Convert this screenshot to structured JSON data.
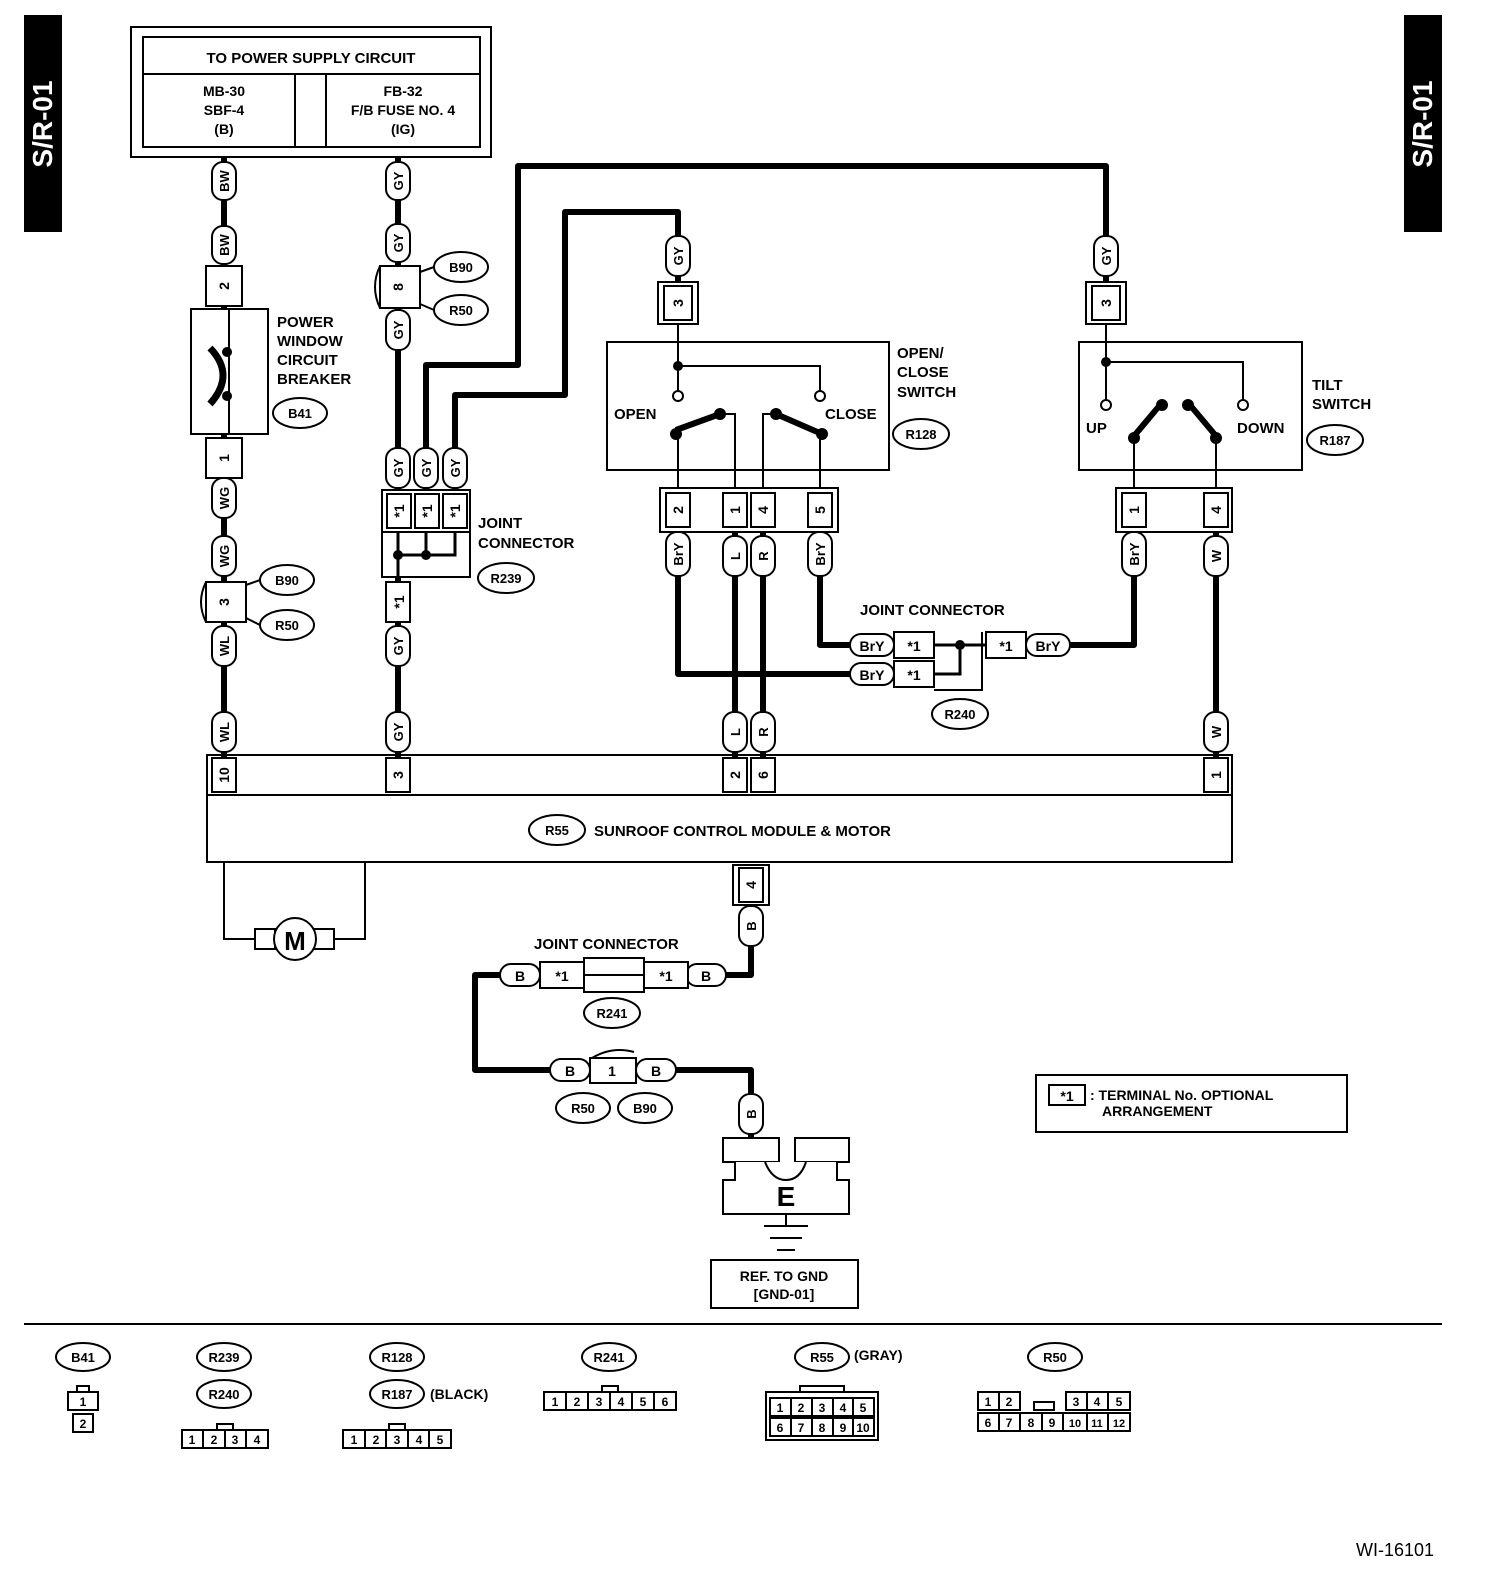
{
  "side_tab": "S/R-01",
  "figure_id": "WI-16101",
  "power_box": {
    "title": "TO POWER SUPPLY CIRCUIT",
    "left": [
      "MB-30",
      "SBF-4",
      "(B)"
    ],
    "right": [
      "FB-32",
      "F/B FUSE NO. 4",
      "(IG)"
    ]
  },
  "wires": {
    "bw": "BW",
    "gy": "GY",
    "wg": "WG",
    "wl": "WL",
    "bry": "BrY",
    "l": "L",
    "r": "R",
    "w": "W",
    "b": "B"
  },
  "terminals": {
    "t1": "1",
    "t2": "2",
    "t3": "3",
    "t4": "4",
    "t5": "5",
    "t6": "6",
    "t8": "8",
    "t10": "10",
    "opt": "*1"
  },
  "connectors": {
    "b41": "B41",
    "b90": "B90",
    "r50": "R50",
    "r239": "R239",
    "r128": "R128",
    "r187": "R187",
    "r240": "R240",
    "r55": "R55",
    "r241": "R241"
  },
  "labels": {
    "breaker": [
      "POWER",
      "WINDOW",
      "CIRCUIT",
      "BREAKER"
    ],
    "joint_connector_2line": [
      "JOINT",
      "CONNECTOR"
    ],
    "joint_connector": "JOINT CONNECTOR",
    "open_close_switch": [
      "OPEN/",
      "CLOSE",
      "SWITCH"
    ],
    "open": "OPEN",
    "close": "CLOSE",
    "tilt_switch": [
      "TILT",
      "SWITCH"
    ],
    "up": "UP",
    "down": "DOWN",
    "module": "SUNROOF CONTROL MODULE & MOTOR",
    "motor": "M",
    "ground": "E",
    "ref_gnd": [
      "REF. TO GND",
      "[GND-01]"
    ],
    "note": [
      ": TERMINAL No. OPTIONAL",
      "ARRANGEMENT"
    ]
  },
  "legend": {
    "gray": "(GRAY)",
    "black": "(BLACK)",
    "b41_pins": [
      "1",
      "2"
    ],
    "four_pins": [
      "1",
      "2",
      "3",
      "4"
    ],
    "five_pins": [
      "1",
      "2",
      "3",
      "4",
      "5"
    ],
    "six_pins": [
      "1",
      "2",
      "3",
      "4",
      "5",
      "6"
    ],
    "r55_pins": [
      "1",
      "2",
      "3",
      "4",
      "5",
      "6",
      "7",
      "8",
      "9",
      "10"
    ],
    "r50_pins": [
      "1",
      "2",
      "3",
      "4",
      "5",
      "6",
      "7",
      "8",
      "9",
      "10",
      "11",
      "12"
    ]
  }
}
